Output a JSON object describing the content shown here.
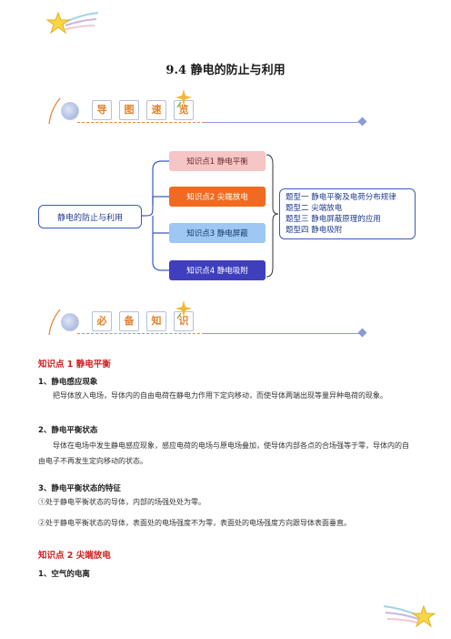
{
  "title": "9.4    静电的防止与利用",
  "banner1": {
    "chars": [
      "导",
      "图",
      "速",
      "览"
    ]
  },
  "banner2": {
    "chars": [
      "必",
      "备",
      "知",
      "识"
    ]
  },
  "mindmap": {
    "root": "静电的防止与利用",
    "knowledge": [
      "知识点1  静电平衡",
      "知识点2  尖端放电",
      "知识点3  静电屏蔽",
      "知识点4  静电吸附"
    ],
    "types": [
      "题型一  静电平衡及电荷分布规律",
      "题型二  尖端放电",
      "题型三  静电屏蔽原理的应用",
      "题型四  静电吸附"
    ]
  },
  "sections": {
    "k1_heading": "知识点 1  静电平衡",
    "s1_heading": "1、静电感应现象",
    "s1_text": "把导体放入电场，导体内的自由电荷在静电力作用下定向移动，而使导体两端出现等量异种电荷的现象。",
    "s2_heading": "2、静电平衡状态",
    "s2_text": "导体在电场中发生静电感应现象，感应电荷的电场与原电场叠加，使导体内部各点的合场强等于零，导体内的自由电子不再发生定向移动的状态。",
    "s3_heading": "3、静电平衡状态的特征",
    "s3_item1": "①处于静电平衡状态的导体，内部的场强处处为零。",
    "s3_item2": "②处于静电平衡状态的导体，表面处的电场强度不为零，表面处的电场强度方向跟导体表面垂直。",
    "k2_heading": "知识点 2  尖端放电",
    "s4_heading": "1、空气的电离"
  }
}
